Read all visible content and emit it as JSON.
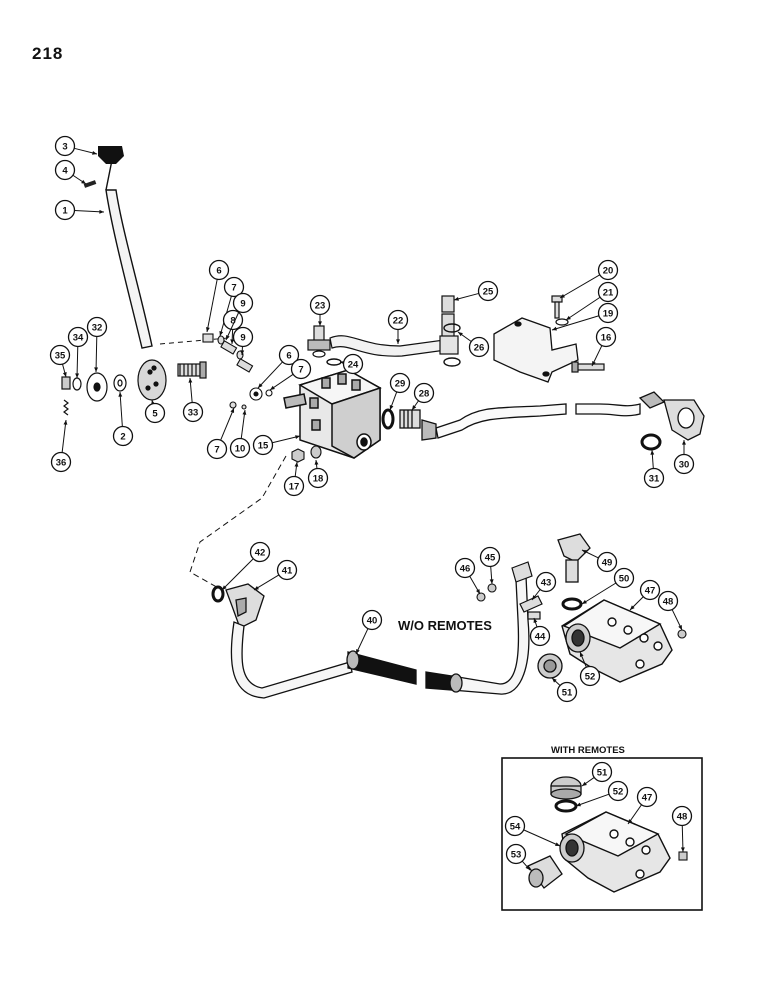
{
  "page_number": "218",
  "captions": {
    "without_remotes": "W/O REMOTES",
    "with_remotes": "WITH REMOTES"
  },
  "callouts": [
    {
      "id": "c1",
      "label": "1"
    },
    {
      "id": "c2",
      "label": "2"
    },
    {
      "id": "c3",
      "label": "3"
    },
    {
      "id": "c4",
      "label": "4"
    },
    {
      "id": "c5",
      "label": "5"
    },
    {
      "id": "c6a",
      "label": "6"
    },
    {
      "id": "c6b",
      "label": "6"
    },
    {
      "id": "c7a",
      "label": "7"
    },
    {
      "id": "c7b",
      "label": "7"
    },
    {
      "id": "c7c",
      "label": "7"
    },
    {
      "id": "c8",
      "label": "8"
    },
    {
      "id": "c9a",
      "label": "9"
    },
    {
      "id": "c9b",
      "label": "9"
    },
    {
      "id": "c10",
      "label": "10"
    },
    {
      "id": "c15",
      "label": "15"
    },
    {
      "id": "c16",
      "label": "16"
    },
    {
      "id": "c17",
      "label": "17"
    },
    {
      "id": "c18",
      "label": "18"
    },
    {
      "id": "c19",
      "label": "19"
    },
    {
      "id": "c20",
      "label": "20"
    },
    {
      "id": "c21",
      "label": "21"
    },
    {
      "id": "c22",
      "label": "22"
    },
    {
      "id": "c23",
      "label": "23"
    },
    {
      "id": "c24",
      "label": "24"
    },
    {
      "id": "c25",
      "label": "25"
    },
    {
      "id": "c26",
      "label": "26"
    },
    {
      "id": "c28",
      "label": "28"
    },
    {
      "id": "c29",
      "label": "29"
    },
    {
      "id": "c30",
      "label": "30"
    },
    {
      "id": "c31",
      "label": "31"
    },
    {
      "id": "c32",
      "label": "32"
    },
    {
      "id": "c33",
      "label": "33"
    },
    {
      "id": "c34",
      "label": "34"
    },
    {
      "id": "c35",
      "label": "35"
    },
    {
      "id": "c36",
      "label": "36"
    },
    {
      "id": "c40",
      "label": "40"
    },
    {
      "id": "c41",
      "label": "41"
    },
    {
      "id": "c42",
      "label": "42"
    },
    {
      "id": "c43",
      "label": "43"
    },
    {
      "id": "c44",
      "label": "44"
    },
    {
      "id": "c45",
      "label": "45"
    },
    {
      "id": "c46",
      "label": "46"
    },
    {
      "id": "c47",
      "label": "47"
    },
    {
      "id": "c48",
      "label": "48"
    },
    {
      "id": "c49",
      "label": "49"
    },
    {
      "id": "c50",
      "label": "50"
    },
    {
      "id": "c51",
      "label": "51"
    },
    {
      "id": "c52",
      "label": "52"
    },
    {
      "id": "i47",
      "label": "47"
    },
    {
      "id": "i48",
      "label": "48"
    },
    {
      "id": "i51",
      "label": "51"
    },
    {
      "id": "i52",
      "label": "52"
    },
    {
      "id": "i53",
      "label": "53"
    },
    {
      "id": "i54",
      "label": "54"
    }
  ]
}
